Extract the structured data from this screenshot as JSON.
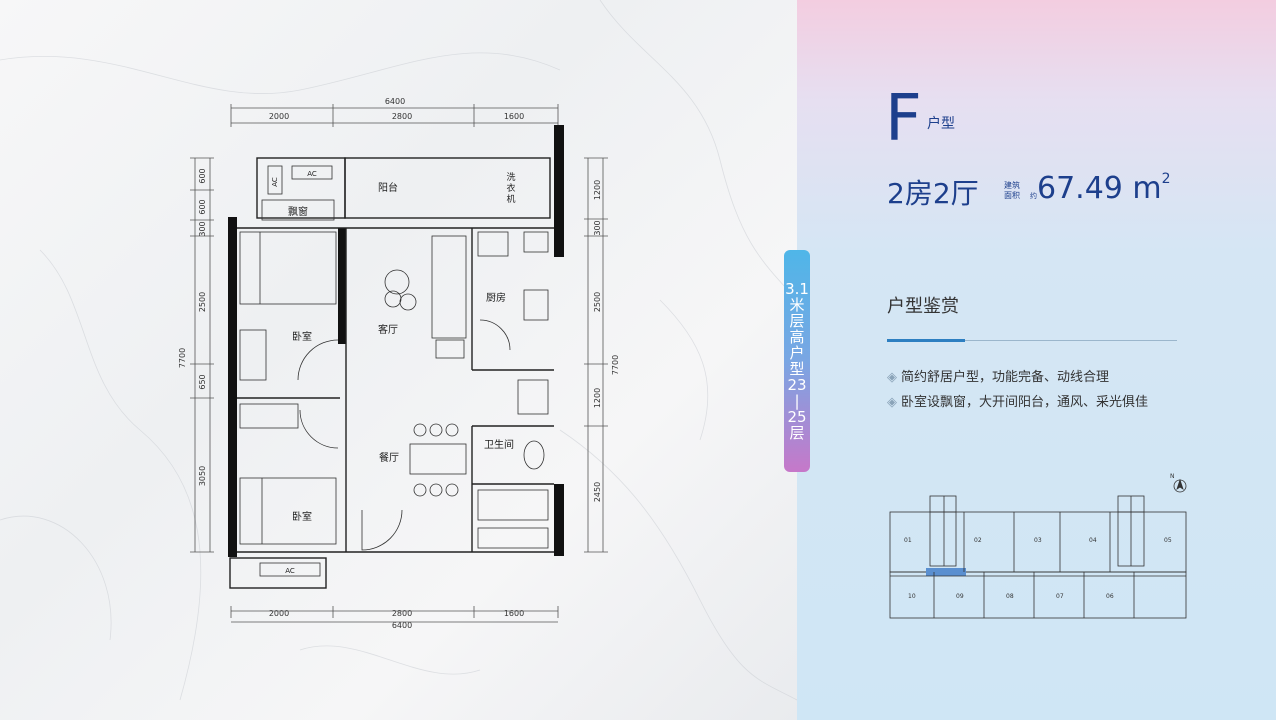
{
  "plan": {
    "dims_top": {
      "total": "6400",
      "segments": [
        "2000",
        "2800",
        "1600"
      ]
    },
    "dims_bottom": {
      "total": "6400",
      "segments": [
        "2000",
        "2800",
        "1600"
      ]
    },
    "dims_left": {
      "total": "7700",
      "segments": [
        "600",
        "600",
        "300",
        "2500",
        "650",
        "3050"
      ]
    },
    "dims_right": {
      "total": "7700",
      "segments": [
        "1200",
        "300",
        "2500",
        "1200",
        "2450"
      ]
    },
    "rooms": {
      "ac_top": "AC",
      "ac_side": "AC",
      "bay_window": "飘窗",
      "balcony": "阳台",
      "washer": [
        "洗",
        "衣",
        "机"
      ],
      "bedroom1": "卧室",
      "living": "客厅",
      "kitchen": "厨房",
      "dining": "餐厅",
      "bathroom": "卫生间",
      "bedroom2": "卧室",
      "ac_bottom": "AC"
    }
  },
  "stripe": [
    "3.1",
    "米",
    "层",
    "高",
    "户",
    "型",
    "23",
    "|",
    "25",
    "层"
  ],
  "header": {
    "unit_letter": "F",
    "unit_suffix": "户型",
    "rooms": "2房2厅",
    "area_label_line1": "建筑",
    "area_label_line2": "面积",
    "area_label_about": "约",
    "area_value": "67.49 m",
    "area_unit_sup": "2"
  },
  "section_title": "户型鉴赏",
  "features": [
    "简约舒居户型，功能完备、动线合理",
    "卧室设飘窗，大开间阳台，通风、采光俱佳"
  ],
  "building": {
    "compass": "N",
    "units_upper": [
      "01",
      "02",
      "03",
      "04",
      "05"
    ],
    "units_lower": [
      "10",
      "09",
      "08",
      "07",
      "06"
    ]
  },
  "colors": {
    "accent": "#1d3f8c",
    "rule": "#2d7fc1"
  }
}
